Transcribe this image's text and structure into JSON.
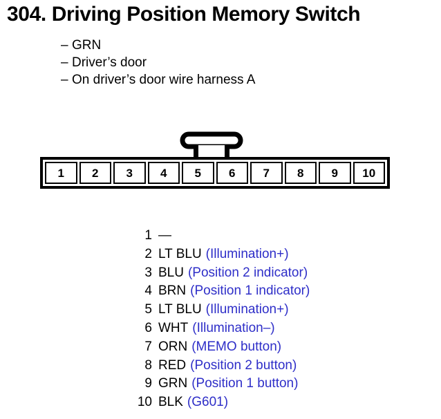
{
  "page": {
    "background_color": "#ffffff",
    "text_color": "#000000",
    "accent_color": "#2e2ec8"
  },
  "header": {
    "number": "304.",
    "title": "Driving Position Memory Switch",
    "bullets": [
      {
        "dash": "–",
        "text": "GRN"
      },
      {
        "dash": "–",
        "text": "Driver’s door"
      },
      {
        "dash": "–",
        "text": "On driver’s door wire harness A"
      }
    ]
  },
  "connector": {
    "name": "10-pin connector",
    "latch": "locking-tab",
    "pin_count": 10,
    "pins": [
      "1",
      "2",
      "3",
      "4",
      "5",
      "6",
      "7",
      "8",
      "9",
      "10"
    ]
  },
  "pin_list": [
    {
      "number": "1",
      "wire": "—",
      "desc": ""
    },
    {
      "number": "2",
      "wire": "LT BLU",
      "desc": "(Illumination+)"
    },
    {
      "number": "3",
      "wire": "BLU",
      "desc": "(Position 2 indicator)"
    },
    {
      "number": "4",
      "wire": "BRN",
      "desc": "(Position 1 indicator)"
    },
    {
      "number": "5",
      "wire": "LT BLU",
      "desc": "(Illumination+)"
    },
    {
      "number": "6",
      "wire": "WHT",
      "desc": "(Illumination–)"
    },
    {
      "number": "7",
      "wire": "ORN",
      "desc": "(MEMO button)"
    },
    {
      "number": "8",
      "wire": "RED",
      "desc": "(Position 2 button)"
    },
    {
      "number": "9",
      "wire": "GRN",
      "desc": "(Position 1 button)"
    },
    {
      "number": "10",
      "wire": "BLK",
      "desc": "(G601)"
    }
  ]
}
